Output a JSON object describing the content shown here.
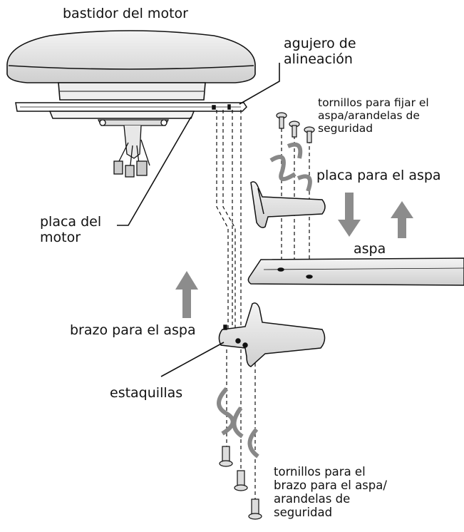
{
  "labels": {
    "motor_housing": "bastidor del motor",
    "alignment_hole": "agujero de\nalineación",
    "blade_screws": "tornillos para fijar el\naspa/arandelas de\nseguridad",
    "blade_plate": "placa para el aspa",
    "motor_plate": "placa del\nmotor",
    "blade": "aspa",
    "blade_arm": "brazo para el aspa",
    "pins": "estaquillas",
    "arm_screws": "tornillos para el\nbrazo para el aspa/\narandelas de\nseguridad"
  }
}
